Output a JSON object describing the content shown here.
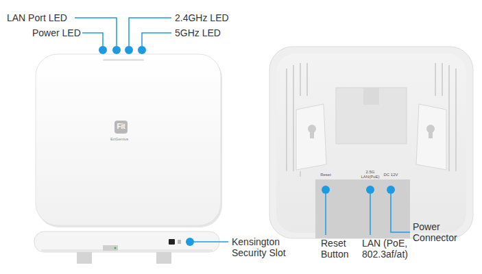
{
  "diagram": {
    "labels": [
      "LAN Port LED",
      "2.4GHz LED",
      "Power LED",
      "5GHz LED",
      "Fit",
      "EnGenius",
      "Reset",
      "2.5G LAN(PoE)",
      "DC 12V",
      "Kensington Security Slot",
      "Reset Button",
      "LAN (PoE, 802.3af/at)",
      "Power Connector"
    ]
  }
}
